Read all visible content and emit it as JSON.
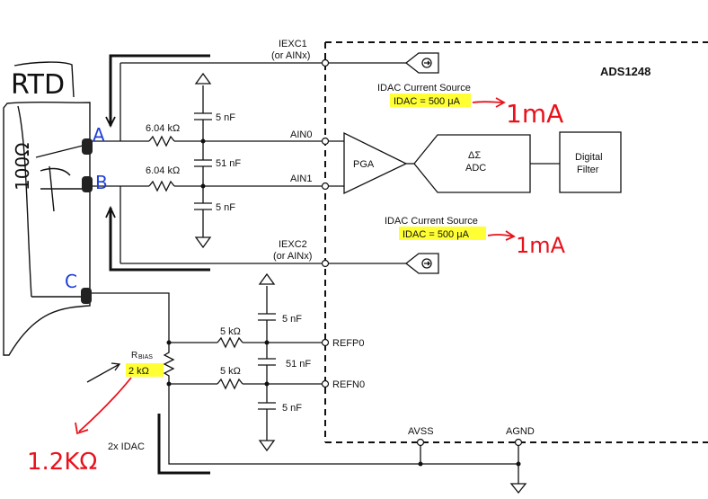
{
  "chip": {
    "name": "ADS1248",
    "pga_label": "PGA",
    "adc_symbol": "ΔΣ",
    "adc_label": "ADC",
    "filter_line1": "Digital",
    "filter_line2": "Filter"
  },
  "pins": {
    "iexc1": "IEXC1",
    "iexc1_alt": "(or AINx)",
    "iexc2": "IEXC2",
    "iexc2_alt": "(or AINx)",
    "ain0": "AIN0",
    "ain1": "AIN1",
    "refp0": "REFP0",
    "refn0": "REFN0",
    "avss": "AVSS",
    "agnd": "AGND"
  },
  "idac1": {
    "title": "IDAC Current Source",
    "value": "IDAC = 500 μA",
    "note": "1mA"
  },
  "idac2": {
    "title": "IDAC Current Source",
    "value": "IDAC = 500 μA",
    "note": "1mA"
  },
  "components": {
    "r_in_top": "6.04 kΩ",
    "r_in_bot": "6.04 kΩ",
    "c_top": "5 nF",
    "c_diff": "51 nF",
    "c_bot": "5 nF",
    "r_ref_top": "5 kΩ",
    "r_ref_bot": "5 kΩ",
    "c_ref_top": "5 nF",
    "c_ref_diff": "51 nF",
    "c_ref_bot": "5 nF",
    "rbias_label_main": "R",
    "rbias_label_sub": "BIAS",
    "rbias_value": "2 kΩ",
    "two_idac": "2x IDAC"
  },
  "handwritten": {
    "rtd": "RTD",
    "pt100": "100Ω",
    "point_a": "A",
    "point_b": "B",
    "point_c": "C",
    "rbias_new": "1.2KΩ"
  },
  "colors": {
    "highlight": "#ffff33",
    "annotation_red": "#e8121b",
    "annotation_blue": "#1f3fd6",
    "line": "#111111"
  }
}
